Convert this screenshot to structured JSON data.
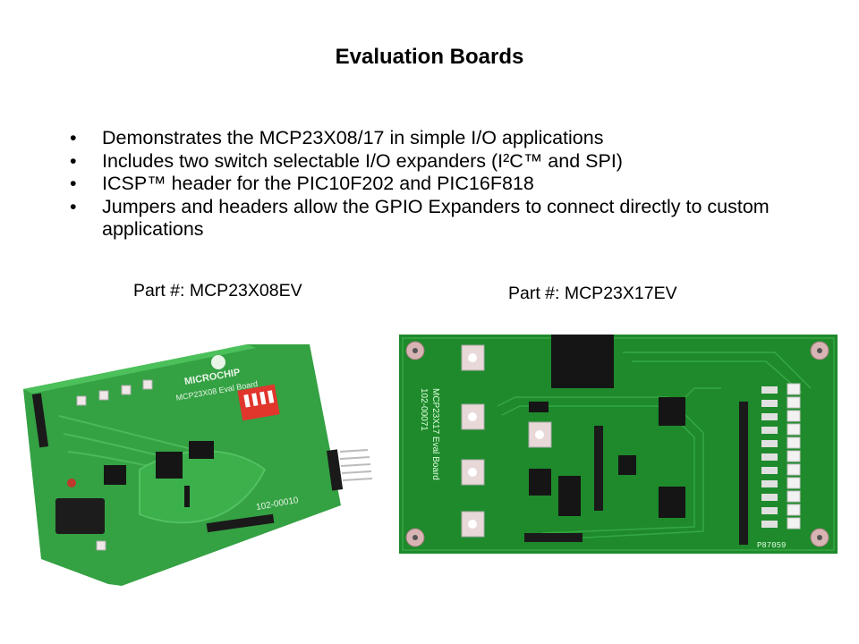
{
  "slide": {
    "title": "Evaluation Boards",
    "bullets": [
      "Demonstrates the MCP23X08/17  in simple I/O applications",
      "Includes two switch selectable I/O expanders (I²C™ and SPI)",
      "ICSP™ header for the PIC10F202 and PIC16F818",
      "Jumpers and headers allow the GPIO Expanders to connect directly to custom applications"
    ],
    "bullet_glyph": "•",
    "boards": [
      {
        "caption": "Part #: MCP23X08EV",
        "silkscreen_brand": "MICROCHIP",
        "silkscreen_label": "MCP23X08 Eval Board",
        "board_number": "102-00010",
        "pcb_color": "#2f9a3e"
      },
      {
        "caption": "Part #: MCP23X17EV",
        "silkscreen_label": "MCP23X17 Eval Board",
        "board_number": "102-00071",
        "photo_id": "P87059",
        "pcb_color": "#1f8a2a"
      }
    ]
  }
}
